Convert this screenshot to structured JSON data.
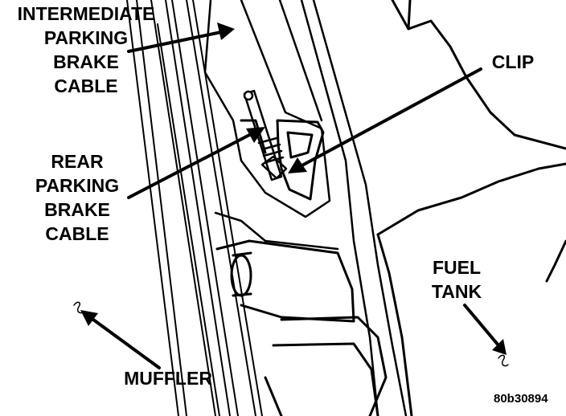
{
  "labels": {
    "intermediate_cable": [
      "INTERMEDIATE",
      "PARKING",
      "BRAKE",
      "CABLE"
    ],
    "rear_cable": [
      "REAR",
      "PARKING",
      "BRAKE",
      "CABLE"
    ],
    "clip": "CLIP",
    "fuel_tank": [
      "FUEL",
      "TANK"
    ],
    "muffler": "MUFFLER"
  },
  "figure_code": "80b30894",
  "colors": {
    "ink": "#000000",
    "paper": "#ffffff"
  }
}
